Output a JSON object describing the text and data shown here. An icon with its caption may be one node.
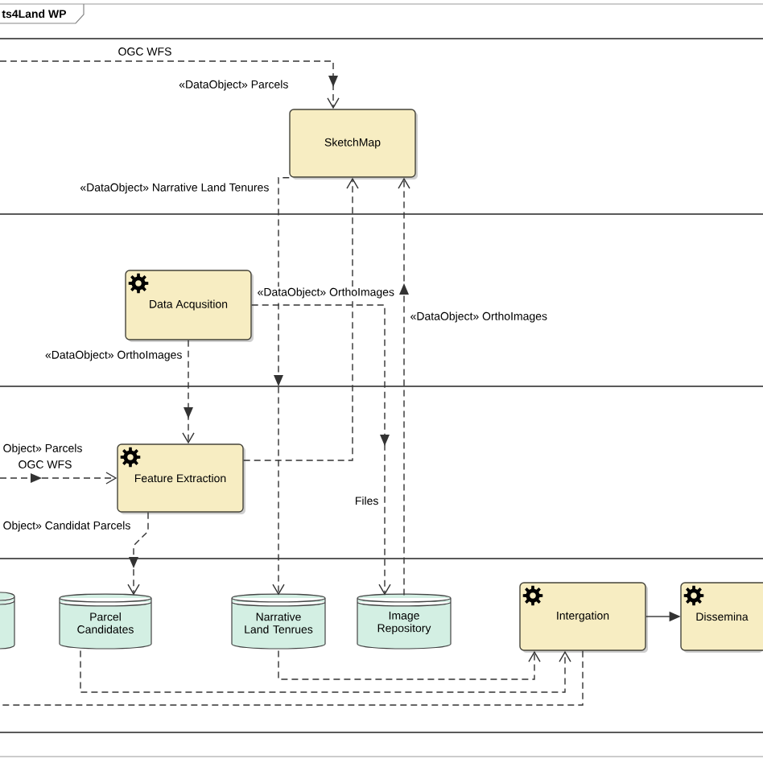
{
  "diagram": {
    "title": "ts4Land WP",
    "nodes": [
      {
        "text": [
          "SketchMap"
        ]
      },
      {
        "text": [
          "Data Acqusition"
        ]
      },
      {
        "text": [
          "Feature Extraction"
        ]
      },
      {
        "text": [],
        "shape": "cylinder"
      },
      {
        "text": [
          "Parcel Candidates"
        ]
      },
      {
        "text": [
          "Narrative Land Tenrues"
        ]
      },
      {
        "text": [
          "Image Repository"
        ]
      },
      {
        "text": [
          "Intergation"
        ]
      },
      {
        "text": [
          "Dissemina"
        ]
      }
    ],
    "edges": [
      {
        "from": null,
        "to": 0,
        "arrow": "to",
        "label": "OGC WFS",
        "style": "dashed"
      },
      {
        "from": 0,
        "to": 5,
        "arrow": "to",
        "label": "«DataObject» Narrative Land Tenures",
        "style": "dashed"
      },
      {
        "from": 2,
        "to": 0,
        "arrow": "to",
        "style": "dashed"
      },
      {
        "from": 6,
        "to": 0,
        "arrow": "to",
        "label": "«DataObject» OrthoImages",
        "style": "dashed"
      },
      {
        "from": 1,
        "to": 6,
        "arrow": "to",
        "label": "«DataObject» OrthoImages",
        "style": "dashed"
      },
      {
        "from": 1,
        "to": 2,
        "arrow": "to",
        "label": "«DataObject» OrthoImages",
        "style": "dashed"
      },
      {
        "from": null,
        "to": 2,
        "arrow": "to",
        "label": "OGC WFS",
        "style": "dashed"
      },
      {
        "from": 2,
        "to": 4,
        "arrow": "to",
        "label": "Object» Candidat Parcels",
        "style": "dashed"
      },
      {
        "from": 4,
        "to": 7,
        "arrow": "to",
        "style": "dashed"
      },
      {
        "from": 5,
        "to": 7,
        "arrow": "to",
        "style": "dashed"
      },
      {
        "from": 7,
        "to": null,
        "arrow": "none",
        "style": "dashed"
      },
      {
        "from": 7,
        "to": 8,
        "arrow": "to"
      }
    ],
    "labels": [
      "«DataObject» Parcels",
      "Object» Parcels",
      "Files"
    ]
  }
}
